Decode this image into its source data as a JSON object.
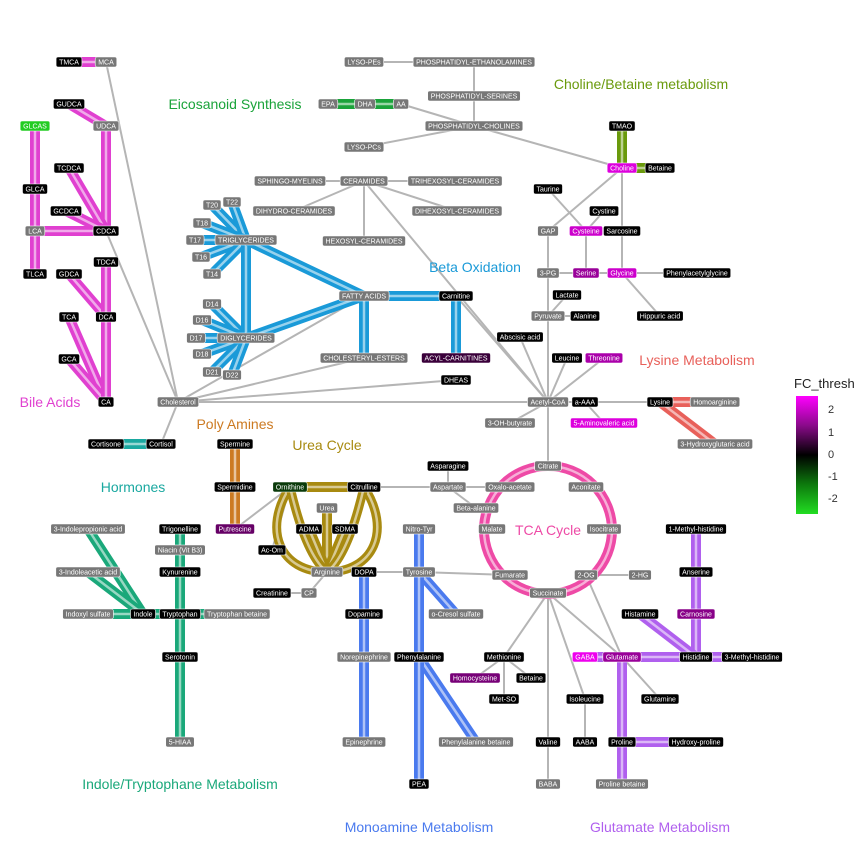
{
  "legend": {
    "title": "FC_thresh",
    "ticks": [
      "2",
      "1",
      "0",
      "-1",
      "-2"
    ],
    "colors": {
      "high": "#ff00ff",
      "mid": "#000000",
      "low": "#22dd22"
    }
  },
  "pathways": [
    {
      "id": "eicosanoid",
      "label": "Eicosanoid Synthesis",
      "color": "#1aa33a"
    },
    {
      "id": "choline",
      "label": "Choline/Betaine metabolism",
      "color": "#6a9a0c"
    },
    {
      "id": "beta",
      "label": "Beta Oxidation",
      "color": "#1a9ad8"
    },
    {
      "id": "lysine",
      "label": "Lysine Metabolism",
      "color": "#e8605a"
    },
    {
      "id": "bile",
      "label": "Bile Acids",
      "color": "#e040d0"
    },
    {
      "id": "polyamines",
      "label": "Poly Amines",
      "color": "#cc7a22"
    },
    {
      "id": "urea",
      "label": "Urea Cycle",
      "color": "#a88a10"
    },
    {
      "id": "hormones",
      "label": "Hormones",
      "color": "#1aa8a0"
    },
    {
      "id": "tca",
      "label": "TCA Cycle",
      "color": "#ee4aa6"
    },
    {
      "id": "indole",
      "label": "Indole/Tryptophane Metabolism",
      "color": "#1aa87a"
    },
    {
      "id": "monoamine",
      "label": "Monoamine Metabolism",
      "color": "#4a7aee"
    },
    {
      "id": "glutamate",
      "label": "Glutamate Metabolism",
      "color": "#b060ee"
    }
  ],
  "nodes": [
    {
      "id": "TMCA",
      "label": "TMCA",
      "fill": "#000000"
    },
    {
      "id": "MCA",
      "label": "MCA",
      "fill": "#777777"
    },
    {
      "id": "GUDCA",
      "label": "GUDCA",
      "fill": "#000000"
    },
    {
      "id": "UDCA",
      "label": "UDCA",
      "fill": "#777777"
    },
    {
      "id": "GLCAS",
      "label": "GLCAS",
      "fill": "#22cc22"
    },
    {
      "id": "TCDCA",
      "label": "TCDCA",
      "fill": "#000000"
    },
    {
      "id": "GLCA",
      "label": "GLCA",
      "fill": "#000000"
    },
    {
      "id": "GCDCA",
      "label": "GCDCA",
      "fill": "#000000"
    },
    {
      "id": "LCA",
      "label": "LCA",
      "fill": "#777777"
    },
    {
      "id": "CDCA",
      "label": "CDCA",
      "fill": "#000000"
    },
    {
      "id": "TLCA",
      "label": "TLCA",
      "fill": "#000000"
    },
    {
      "id": "GDCA",
      "label": "GDCA",
      "fill": "#000000"
    },
    {
      "id": "TDCA",
      "label": "TDCA",
      "fill": "#000000"
    },
    {
      "id": "TCA",
      "label": "TCA",
      "fill": "#000000"
    },
    {
      "id": "DCA",
      "label": "DCA",
      "fill": "#000000"
    },
    {
      "id": "GCA",
      "label": "GCA",
      "fill": "#000000"
    },
    {
      "id": "CA",
      "label": "CA",
      "fill": "#000000"
    },
    {
      "id": "Cholesterol",
      "label": "Cholesterol",
      "fill": "#777777"
    },
    {
      "id": "Cortisone",
      "label": "Cortisone",
      "fill": "#000000"
    },
    {
      "id": "Cortisol",
      "label": "Cortisol",
      "fill": "#000000"
    },
    {
      "id": "LYSO-PEs",
      "label": "LYSO-PEs",
      "fill": "#777777"
    },
    {
      "id": "PE",
      "label": "PHOSPHATIDYL-ETHANOLAMINES",
      "fill": "#777777"
    },
    {
      "id": "PS",
      "label": "PHOSPHATIDYL-SERINES",
      "fill": "#777777"
    },
    {
      "id": "PC",
      "label": "PHOSPHATIDYL-CHOLINES",
      "fill": "#777777"
    },
    {
      "id": "LYSO-PCs",
      "label": "LYSO-PCs",
      "fill": "#777777"
    },
    {
      "id": "EPA",
      "label": "EPA",
      "fill": "#777777"
    },
    {
      "id": "DHA",
      "label": "DHA",
      "fill": "#777777"
    },
    {
      "id": "AA",
      "label": "AA",
      "fill": "#777777"
    },
    {
      "id": "TMAO",
      "label": "TMAO",
      "fill": "#000000"
    },
    {
      "id": "Choline",
      "label": "Choline",
      "fill": "#dd00dd"
    },
    {
      "id": "Betaine",
      "label": "Betaine",
      "fill": "#000000"
    },
    {
      "id": "SM",
      "label": "SPHINGO-MYELINS",
      "fill": "#777777"
    },
    {
      "id": "CER",
      "label": "CERAMIDES",
      "fill": "#777777"
    },
    {
      "id": "TRIHEX",
      "label": "TRIHEXOSYL-CERAMIDES",
      "fill": "#777777"
    },
    {
      "id": "DIHYD",
      "label": "DIHYDRO-CERAMIDES",
      "fill": "#777777"
    },
    {
      "id": "DIHEX",
      "label": "DIHEXOSYL-CERAMIDES",
      "fill": "#777777"
    },
    {
      "id": "HEX",
      "label": "HEXOSYL-CERAMIDES",
      "fill": "#777777"
    },
    {
      "id": "T20",
      "label": "T20",
      "fill": "#777777"
    },
    {
      "id": "T22",
      "label": "T22",
      "fill": "#777777"
    },
    {
      "id": "T18",
      "label": "T18",
      "fill": "#777777"
    },
    {
      "id": "T17",
      "label": "T17",
      "fill": "#777777"
    },
    {
      "id": "TG",
      "label": "TRIGLYCERIDES",
      "fill": "#777777"
    },
    {
      "id": "T16",
      "label": "T16",
      "fill": "#777777"
    },
    {
      "id": "T14",
      "label": "T14",
      "fill": "#777777"
    },
    {
      "id": "FA",
      "label": "FATTY ACIDS",
      "fill": "#777777"
    },
    {
      "id": "Carnitine",
      "label": "Carnitine",
      "fill": "#000000"
    },
    {
      "id": "D14",
      "label": "D14",
      "fill": "#777777"
    },
    {
      "id": "D16",
      "label": "D16",
      "fill": "#777777"
    },
    {
      "id": "D17",
      "label": "D17",
      "fill": "#777777"
    },
    {
      "id": "DG",
      "label": "DIGLYCERIDES",
      "fill": "#777777"
    },
    {
      "id": "D18",
      "label": "D18",
      "fill": "#777777"
    },
    {
      "id": "D21",
      "label": "D21",
      "fill": "#777777"
    },
    {
      "id": "D22",
      "label": "D22",
      "fill": "#777777"
    },
    {
      "id": "CE",
      "label": "CHOLESTERYL-ESTERS",
      "fill": "#777777"
    },
    {
      "id": "ACYL",
      "label": "ACYL-CARNITINES",
      "fill": "#3a003a"
    },
    {
      "id": "DHEAS",
      "label": "DHEAS",
      "fill": "#000000"
    },
    {
      "id": "Taurine",
      "label": "Taurine",
      "fill": "#000000"
    },
    {
      "id": "Cystine",
      "label": "Cystine",
      "fill": "#000000"
    },
    {
      "id": "GAP",
      "label": "GAP",
      "fill": "#777777"
    },
    {
      "id": "Cysteine",
      "label": "Cysteine",
      "fill": "#cc00cc"
    },
    {
      "id": "Sarcosine",
      "label": "Sarcosine",
      "fill": "#000000"
    },
    {
      "id": "3PG",
      "label": "3-PG",
      "fill": "#777777"
    },
    {
      "id": "Serine",
      "label": "Serine",
      "fill": "#990099"
    },
    {
      "id": "Glycine",
      "label": "Glycine",
      "fill": "#cc00cc"
    },
    {
      "id": "PAG",
      "label": "Phenylacetylglycine",
      "fill": "#000000"
    },
    {
      "id": "Lactate",
      "label": "Lactate",
      "fill": "#000000"
    },
    {
      "id": "Pyruvate",
      "label": "Pyruvate",
      "fill": "#777777"
    },
    {
      "id": "Alanine",
      "label": "Alanine",
      "fill": "#000000"
    },
    {
      "id": "Hippuric",
      "label": "Hippuric acid",
      "fill": "#000000"
    },
    {
      "id": "Abscisic",
      "label": "Abscisic acid",
      "fill": "#000000"
    },
    {
      "id": "Leucine",
      "label": "Leucine",
      "fill": "#000000"
    },
    {
      "id": "Threonine",
      "label": "Threonine",
      "fill": "#aa00aa"
    },
    {
      "id": "AcCoA",
      "label": "Acetyl-CoA",
      "fill": "#777777"
    },
    {
      "id": "aAAA",
      "label": "a-AAA",
      "fill": "#000000"
    },
    {
      "id": "Lysine",
      "label": "Lysine",
      "fill": "#000000"
    },
    {
      "id": "Homoarginine",
      "label": "Homoarginine",
      "fill": "#777777"
    },
    {
      "id": "3OHB",
      "label": "3-OH-butyrate",
      "fill": "#777777"
    },
    {
      "id": "5AV",
      "label": "5-Aminovaleric acid",
      "fill": "#dd00dd"
    },
    {
      "id": "3HG",
      "label": "3-Hydroxyglutaric acid",
      "fill": "#777777"
    },
    {
      "id": "Spermine",
      "label": "Spermine",
      "fill": "#000000"
    },
    {
      "id": "Spermidine",
      "label": "Spermidine",
      "fill": "#000000"
    },
    {
      "id": "Putrescine",
      "label": "Putrescine",
      "fill": "#660066"
    },
    {
      "id": "Ornithine",
      "label": "Ornithine",
      "fill": "#0a3a0a"
    },
    {
      "id": "Citrulline",
      "label": "Citrulline",
      "fill": "#000000"
    },
    {
      "id": "AcOrn",
      "label": "Ac-Om",
      "fill": "#000000"
    },
    {
      "id": "Urea",
      "label": "Urea",
      "fill": "#777777"
    },
    {
      "id": "ADMA",
      "label": "ADMA",
      "fill": "#000000"
    },
    {
      "id": "SDMA",
      "label": "SDMA",
      "fill": "#000000"
    },
    {
      "id": "Arginine",
      "label": "Arginine",
      "fill": "#777777"
    },
    {
      "id": "Creatinine",
      "label": "Creatinine",
      "fill": "#000000"
    },
    {
      "id": "CP",
      "label": "CP",
      "fill": "#777777"
    },
    {
      "id": "Asparagine",
      "label": "Asparagine",
      "fill": "#000000"
    },
    {
      "id": "Aspartate",
      "label": "Aspartate",
      "fill": "#777777"
    },
    {
      "id": "BetaAla",
      "label": "Beta-alanine",
      "fill": "#777777"
    },
    {
      "id": "OAA",
      "label": "Oxalo-acetate",
      "fill": "#777777"
    },
    {
      "id": "Citrate",
      "label": "Citrate",
      "fill": "#777777"
    },
    {
      "id": "Aconitate",
      "label": "Aconitate",
      "fill": "#777777"
    },
    {
      "id": "Malate",
      "label": "Malate",
      "fill": "#777777"
    },
    {
      "id": "Isocitrate",
      "label": "Isocitrate",
      "fill": "#777777"
    },
    {
      "id": "NitroTyr",
      "label": "Nitro-Tyr",
      "fill": "#777777"
    },
    {
      "id": "Fumarate",
      "label": "Fumarate",
      "fill": "#777777"
    },
    {
      "id": "2OG",
      "label": "2-OG",
      "fill": "#777777"
    },
    {
      "id": "2HG",
      "label": "2-HG",
      "fill": "#777777"
    },
    {
      "id": "Succinate",
      "label": "Succinate",
      "fill": "#777777"
    },
    {
      "id": "DOPA",
      "label": "DOPA",
      "fill": "#000000"
    },
    {
      "id": "Tyrosine",
      "label": "Tyrosine",
      "fill": "#777777"
    },
    {
      "id": "oCresol",
      "label": "o-Cresol sulfate",
      "fill": "#777777"
    },
    {
      "id": "Dopamine",
      "label": "Dopamine",
      "fill": "#000000"
    },
    {
      "id": "Norepinephrine",
      "label": "Norepinephrine",
      "fill": "#777777"
    },
    {
      "id": "Phenylalanine",
      "label": "Phenylalanine",
      "fill": "#000000"
    },
    {
      "id": "PheBet",
      "label": "Phenylalanine betaine",
      "fill": "#777777"
    },
    {
      "id": "Epinephrine",
      "label": "Epinephrine",
      "fill": "#777777"
    },
    {
      "id": "PEA",
      "label": "PEA",
      "fill": "#000000"
    },
    {
      "id": "Methionine",
      "label": "Methionine",
      "fill": "#000000"
    },
    {
      "id": "Homocysteine",
      "label": "Homocysteine",
      "fill": "#770077"
    },
    {
      "id": "BetaineB",
      "label": "Betaine",
      "fill": "#000000"
    },
    {
      "id": "MetSO",
      "label": "Met-SO",
      "fill": "#000000"
    },
    {
      "id": "Isoleucine",
      "label": "Isoleucine",
      "fill": "#000000"
    },
    {
      "id": "AABA",
      "label": "AABA",
      "fill": "#000000"
    },
    {
      "id": "Valine",
      "label": "Valine",
      "fill": "#000000"
    },
    {
      "id": "BABA",
      "label": "BABA",
      "fill": "#777777"
    },
    {
      "id": "1MH",
      "label": "1-Methyl-histidine",
      "fill": "#000000"
    },
    {
      "id": "Anserine",
      "label": "Anserine",
      "fill": "#000000"
    },
    {
      "id": "Histamine",
      "label": "Histamine",
      "fill": "#000000"
    },
    {
      "id": "Carnosine",
      "label": "Carnosine",
      "fill": "#880088"
    },
    {
      "id": "GABA",
      "label": "GABA",
      "fill": "#ee00ee"
    },
    {
      "id": "Glutamate",
      "label": "Glutamate",
      "fill": "#990099"
    },
    {
      "id": "Histidine",
      "label": "Histidine",
      "fill": "#000000"
    },
    {
      "id": "3MH",
      "label": "3-Methyl-histidine",
      "fill": "#000000"
    },
    {
      "id": "Glutamine",
      "label": "Glutamine",
      "fill": "#000000"
    },
    {
      "id": "Proline",
      "label": "Proline",
      "fill": "#000000"
    },
    {
      "id": "HydroxyPro",
      "label": "Hydroxy-proline",
      "fill": "#000000"
    },
    {
      "id": "ProBet",
      "label": "Proline betaine",
      "fill": "#777777"
    },
    {
      "id": "3IPA",
      "label": "3-Indolepropionic acid",
      "fill": "#777777"
    },
    {
      "id": "Trigonelline",
      "label": "Trigonelline",
      "fill": "#000000"
    },
    {
      "id": "Niacin",
      "label": "Niacin (Vit B3)",
      "fill": "#777777"
    },
    {
      "id": "3IAA",
      "label": "3-Indoleacetic acid",
      "fill": "#777777"
    },
    {
      "id": "Kynurenine",
      "label": "Kynurenine",
      "fill": "#000000"
    },
    {
      "id": "IndoxylS",
      "label": "Indoxyl sulfate",
      "fill": "#777777"
    },
    {
      "id": "Indole",
      "label": "Indole",
      "fill": "#000000"
    },
    {
      "id": "Tryptophan",
      "label": "Tryptophan",
      "fill": "#000000"
    },
    {
      "id": "TrpBet",
      "label": "Tryptophan betaine",
      "fill": "#777777"
    },
    {
      "id": "Serotonin",
      "label": "Serotonin",
      "fill": "#000000"
    },
    {
      "id": "5HIAA",
      "label": "5-HIAA",
      "fill": "#777777"
    }
  ]
}
